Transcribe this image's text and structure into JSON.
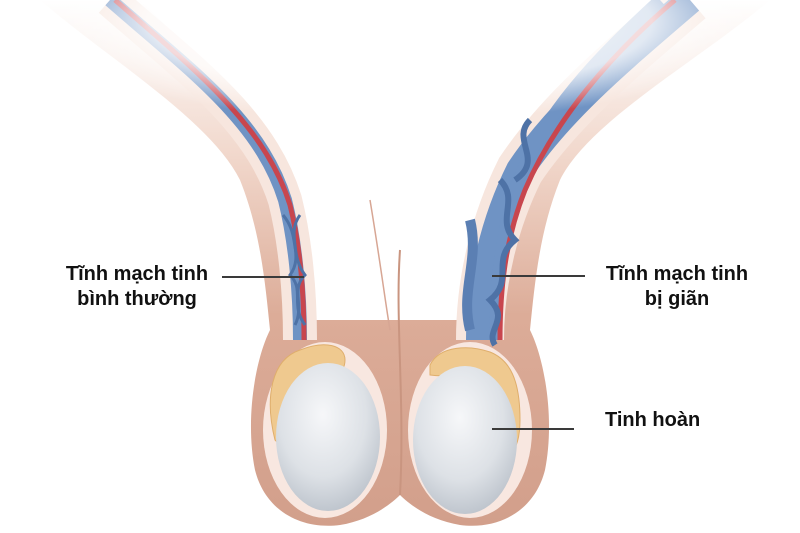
{
  "diagram": {
    "subject": "varicocele-anatomy",
    "labels": {
      "normal_vein_line1": "Tĩnh mạch tinh",
      "normal_vein_line2": "bình thường",
      "dilated_vein_line1": "Tĩnh mạch tinh",
      "dilated_vein_line2": "bị giãn",
      "testis": "Tinh hoàn"
    },
    "colors": {
      "skin": "#d9a894",
      "skin_dark": "#c48b78",
      "skin_light": "#f3ddd2",
      "vein": "#6f93c4",
      "vein_dark": "#4e72a6",
      "artery": "#c8464e",
      "epididymis": "#efc98f",
      "testis": "#dfe3e8",
      "leader_line": "#3a3a3a"
    }
  }
}
